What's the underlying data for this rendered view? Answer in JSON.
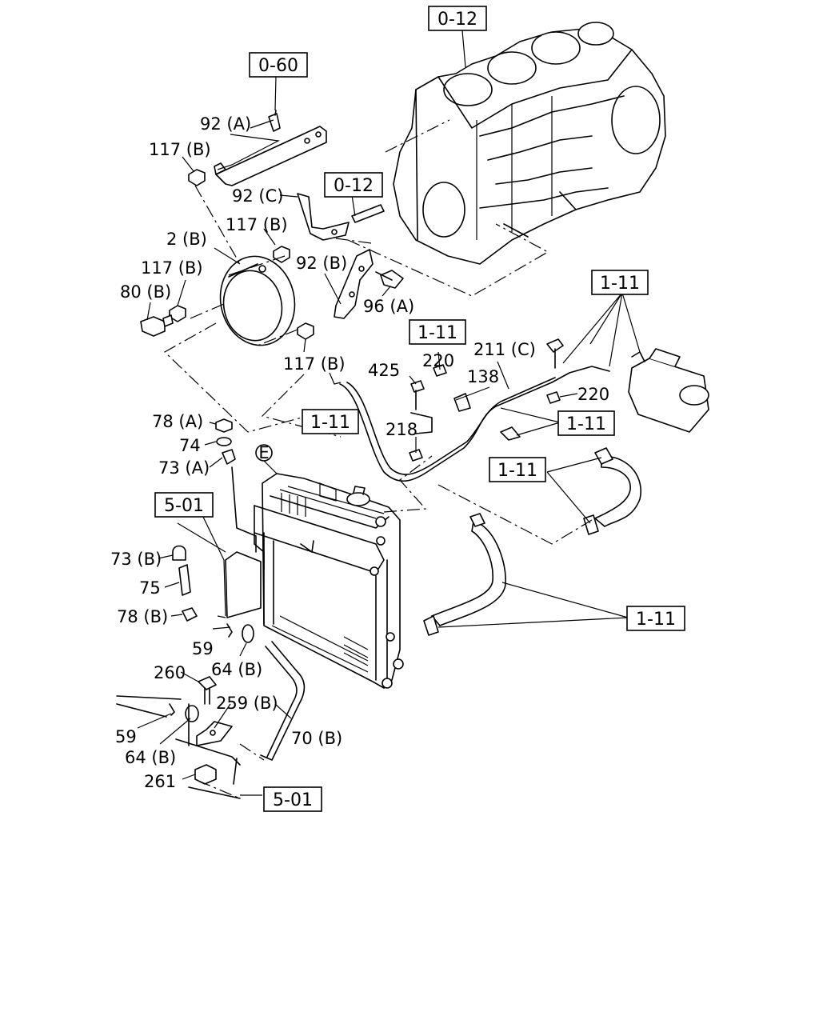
{
  "ref_boxes": [
    "0-12",
    "0-60",
    "0-12",
    "1-11",
    "1-11",
    "1-11",
    "1-11",
    "1-11",
    "5-01",
    "1-11",
    "5-01"
  ],
  "callout_E": "E",
  "labels": [
    "92 (A)",
    "117 (B)",
    "92 (C)",
    "117 (B)",
    "2 (B)",
    "117 (B)",
    "92 (B)",
    "80 (B)",
    "96 (A)",
    "117 (B)",
    "425",
    "220",
    "211 (C)",
    "138",
    "220",
    "218",
    "78 (A)",
    "74",
    "73 (A)",
    "73 (B)",
    "75",
    "78 (B)",
    "59",
    "64 (B)",
    "260",
    "259 (B)",
    "59",
    "64 (B)",
    "70 (B)",
    "261"
  ]
}
